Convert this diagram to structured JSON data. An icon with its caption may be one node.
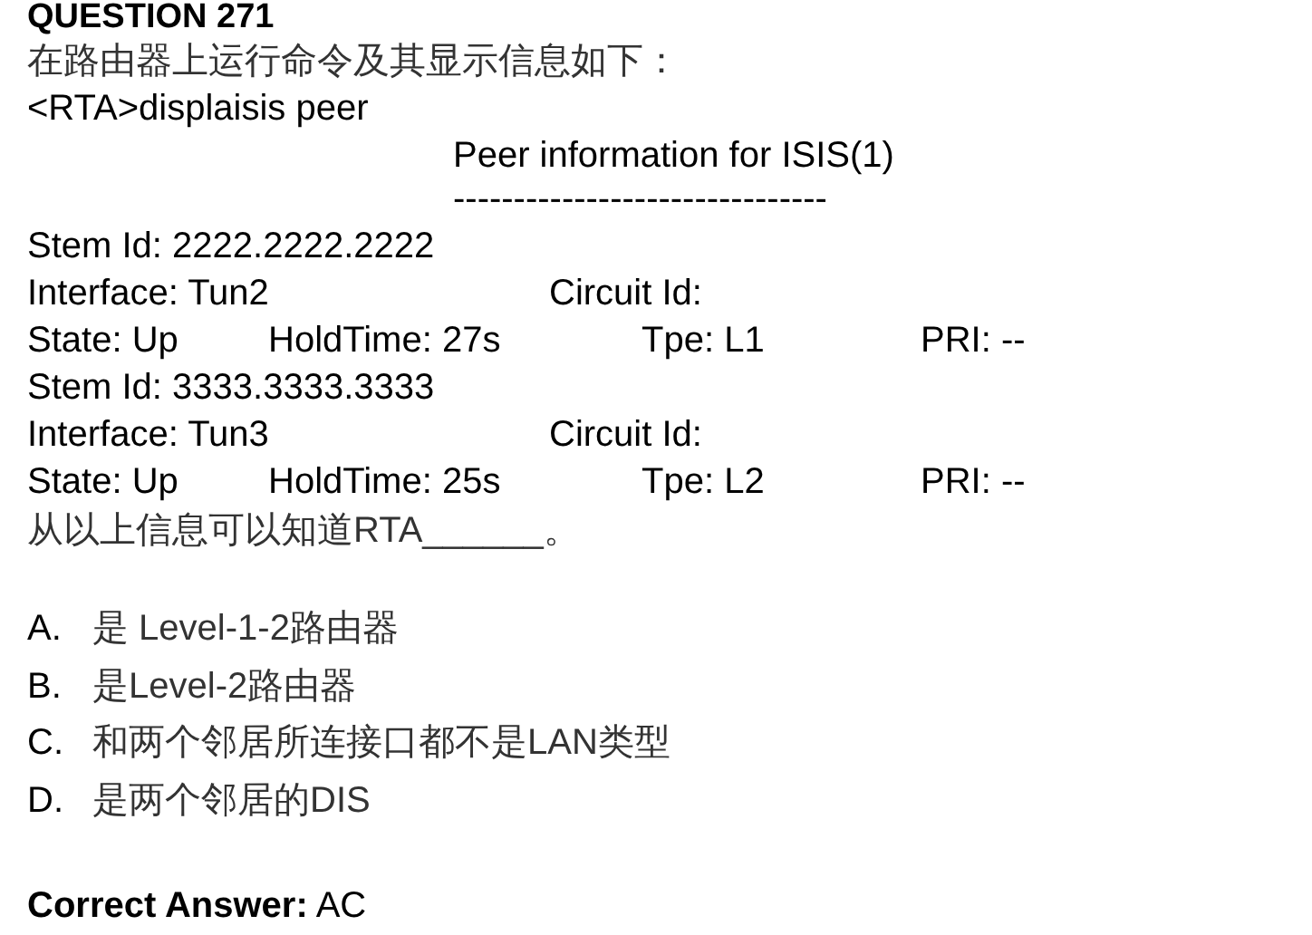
{
  "diagram": {
    "title": "QUESTION 271",
    "labels": [
      "在路由器上运行命令及其显示信息如下：",
      "<RTA>displaisis peer",
      "Peer information for ISIS(1)",
      "-------------------------------",
      "Stem Id: 2222.2222.2222",
      "Interface: Tun2",
      "Circuit Id:",
      "State: Up",
      "HoldTime: 27s",
      "Tpe: L1",
      "PRI: --",
      "Stem Id: 3333.3333.3333",
      "Interface: Tun3",
      "Circuit Id:",
      "State: Up",
      "HoldTime: 25s",
      "Tpe: L2",
      "PRI: --",
      "从以上信息可以知道RTA______。",
      "A.",
      "是 Level-1-2路由器",
      "B.",
      "是Level-2路由器",
      "C.",
      "和两个邻居所连接口都不是LAN类型",
      "D.",
      "是两个邻居的DIS",
      "**Correct Answer:** AC"
    ]
  }
}
